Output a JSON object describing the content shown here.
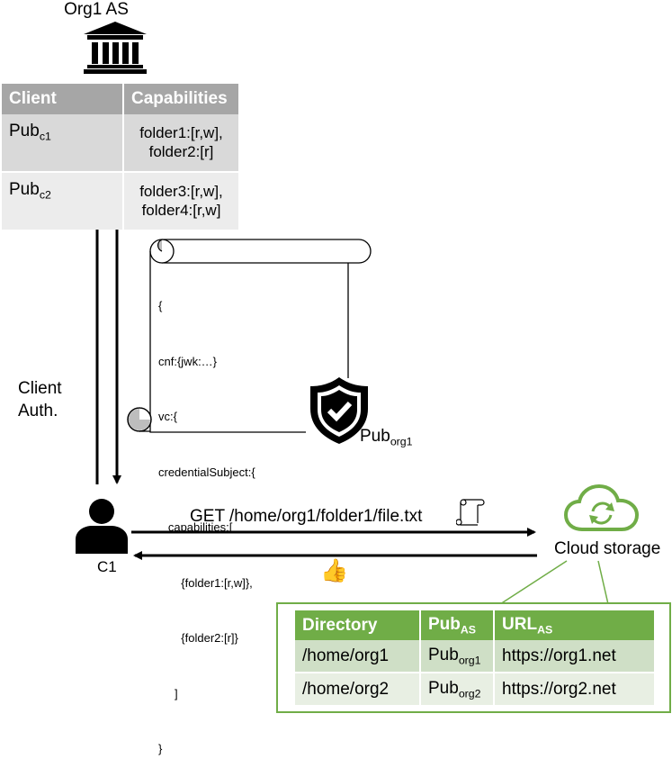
{
  "org_as": {
    "title": "Org1 AS",
    "icon": "bank-icon",
    "table": {
      "headers": [
        "Client",
        "Capabilities"
      ],
      "rows": [
        {
          "pub": "Pub",
          "pub_sub": "c1",
          "cap_line1": "folder1:[r,w],",
          "cap_line2": "folder2:[r]"
        },
        {
          "pub": "Pub",
          "pub_sub": "c2",
          "cap_line1": "folder3:[r,w],",
          "cap_line2": "folder4:[r,w]"
        }
      ]
    }
  },
  "credential": {
    "lines": [
      "{",
      "cnf:{jwk:…}",
      "vc:{",
      "credentialSubject:{",
      "   capabilities:[",
      "       {folder1:[r,w]},",
      "       {folder2:[r]}",
      "     ]",
      "}"
    ],
    "signer": "Pub",
    "signer_sub": "org1",
    "icon": "shield-check-icon"
  },
  "client_auth": {
    "line1": "Client",
    "line2": "Auth."
  },
  "client": {
    "label": "C1",
    "icon": "person-icon"
  },
  "request": {
    "text": "GET /home/org1/folder1/file.txt",
    "icon": "scroll-icon"
  },
  "response": {
    "icon": "thumbs-up-icon",
    "glyph": "👍"
  },
  "cloud": {
    "label": "Cloud storage",
    "icon": "cloud-sync-icon",
    "color": "#70ad47",
    "table": {
      "h1": "Directory",
      "h2_main": "Pub",
      "h2_sub": "AS",
      "h3_main": "URL",
      "h3_sub": "AS",
      "rows": [
        {
          "dir": "/home/org1",
          "pub": "Pub",
          "pub_sub": "org1",
          "url": "https://org1.net"
        },
        {
          "dir": "/home/org2",
          "pub": "Pub",
          "pub_sub": "org2",
          "url": "https://org2.net"
        }
      ]
    }
  }
}
